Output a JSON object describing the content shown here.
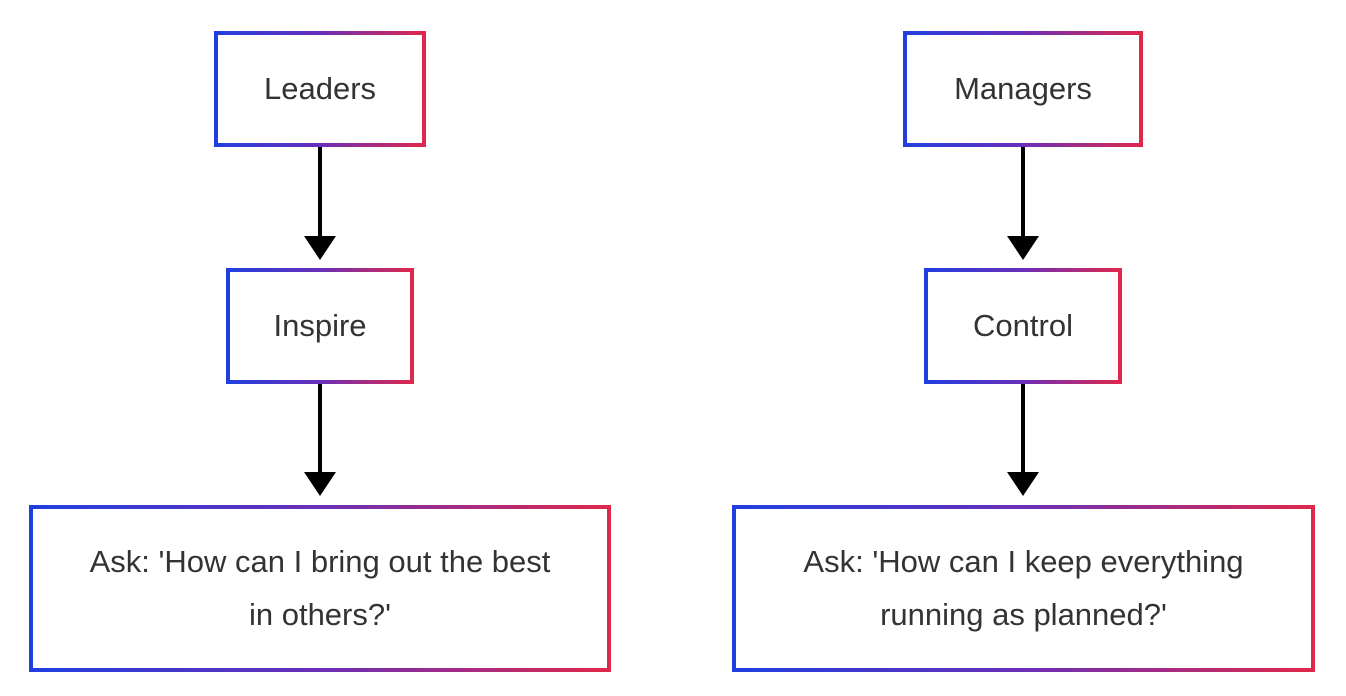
{
  "colors": {
    "border_start": "#1f3fe0",
    "border_end": "#e0284a",
    "text": "#333333",
    "arrow": "#000000"
  },
  "columns": [
    {
      "top": "Leaders",
      "middle": "Inspire",
      "bottom": "Ask: 'How can I bring out the best in others?'"
    },
    {
      "top": "Managers",
      "middle": "Control",
      "bottom": "Ask: 'How can I keep everything running as planned?'"
    }
  ]
}
